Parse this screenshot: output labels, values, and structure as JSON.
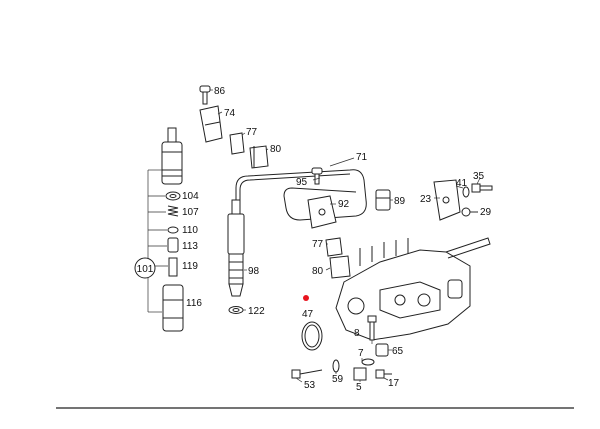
{
  "diagram": {
    "callouts": [
      {
        "id": "86",
        "text": "86"
      },
      {
        "id": "74",
        "text": "74"
      },
      {
        "id": "77a",
        "text": "77"
      },
      {
        "id": "80a",
        "text": "80"
      },
      {
        "id": "71",
        "text": "71"
      },
      {
        "id": "95",
        "text": "95"
      },
      {
        "id": "92",
        "text": "92"
      },
      {
        "id": "89",
        "text": "89"
      },
      {
        "id": "41",
        "text": "41"
      },
      {
        "id": "35",
        "text": "35"
      },
      {
        "id": "23",
        "text": "23"
      },
      {
        "id": "29",
        "text": "29"
      },
      {
        "id": "104",
        "text": "104"
      },
      {
        "id": "107",
        "text": "107"
      },
      {
        "id": "110",
        "text": "110"
      },
      {
        "id": "113",
        "text": "113"
      },
      {
        "id": "119",
        "text": "119"
      },
      {
        "id": "101",
        "text": "101"
      },
      {
        "id": "116",
        "text": "116"
      },
      {
        "id": "98",
        "text": "98"
      },
      {
        "id": "122",
        "text": "122"
      },
      {
        "id": "77b",
        "text": "77"
      },
      {
        "id": "80b",
        "text": "80"
      },
      {
        "id": "47",
        "text": "47"
      },
      {
        "id": "8",
        "text": "8"
      },
      {
        "id": "65",
        "text": "65"
      },
      {
        "id": "7",
        "text": "7"
      },
      {
        "id": "53",
        "text": "53"
      },
      {
        "id": "59",
        "text": "59"
      },
      {
        "id": "5",
        "text": "5"
      },
      {
        "id": "17",
        "text": "17"
      }
    ],
    "marker_color": "#e8141e"
  }
}
